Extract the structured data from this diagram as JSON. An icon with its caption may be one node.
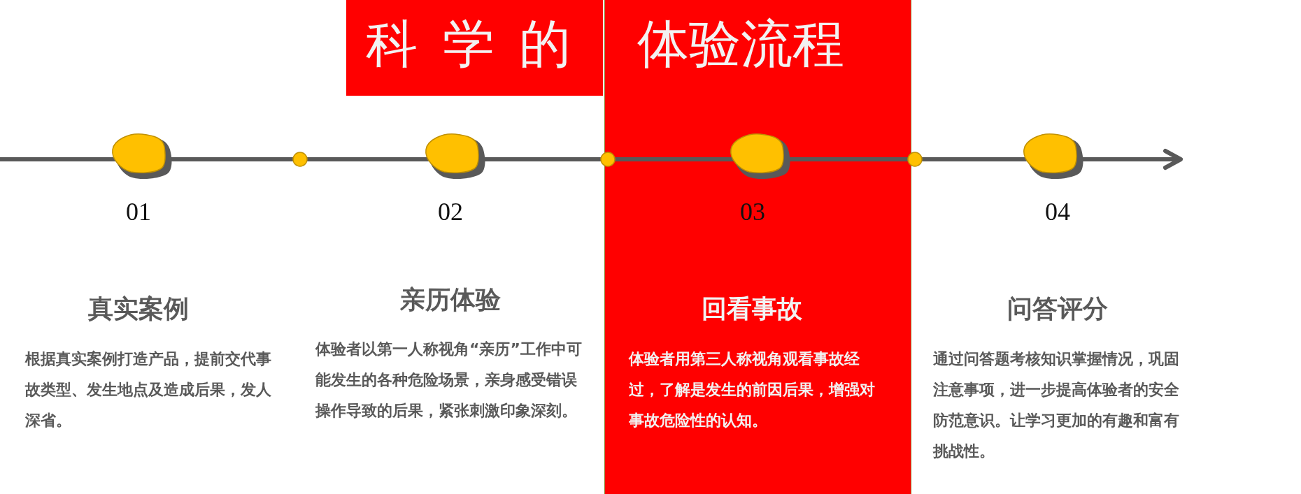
{
  "diagram": {
    "nodes": [
      {
        "text": [
          "科 学 的"
        ]
      },
      {
        "text": [
          "体验流程",
          "03",
          "回看事故",
          "体验者用第三人称视角观看事故经过，了解是发生的前因后果，增强对事故危险性的认知。"
        ]
      }
    ],
    "labels": [
      "01",
      "真实案例",
      "根据真实案例打造产品，提前交代事故类型、发生地点及造成后果，发人深省。",
      "02",
      "亲历体验",
      "体验者以第一人称视角“亲历”工作中可能发生的各种危险场景，亲身感受错误操作导致的后果，紧张刺激印象深刻。",
      "04",
      "问答评分",
      "通过问答题考核知识掌握情况，巩固注意事项，进一步提高体验者的安全防范意识。让学习更加的有趣和富有挑战性。"
    ]
  }
}
